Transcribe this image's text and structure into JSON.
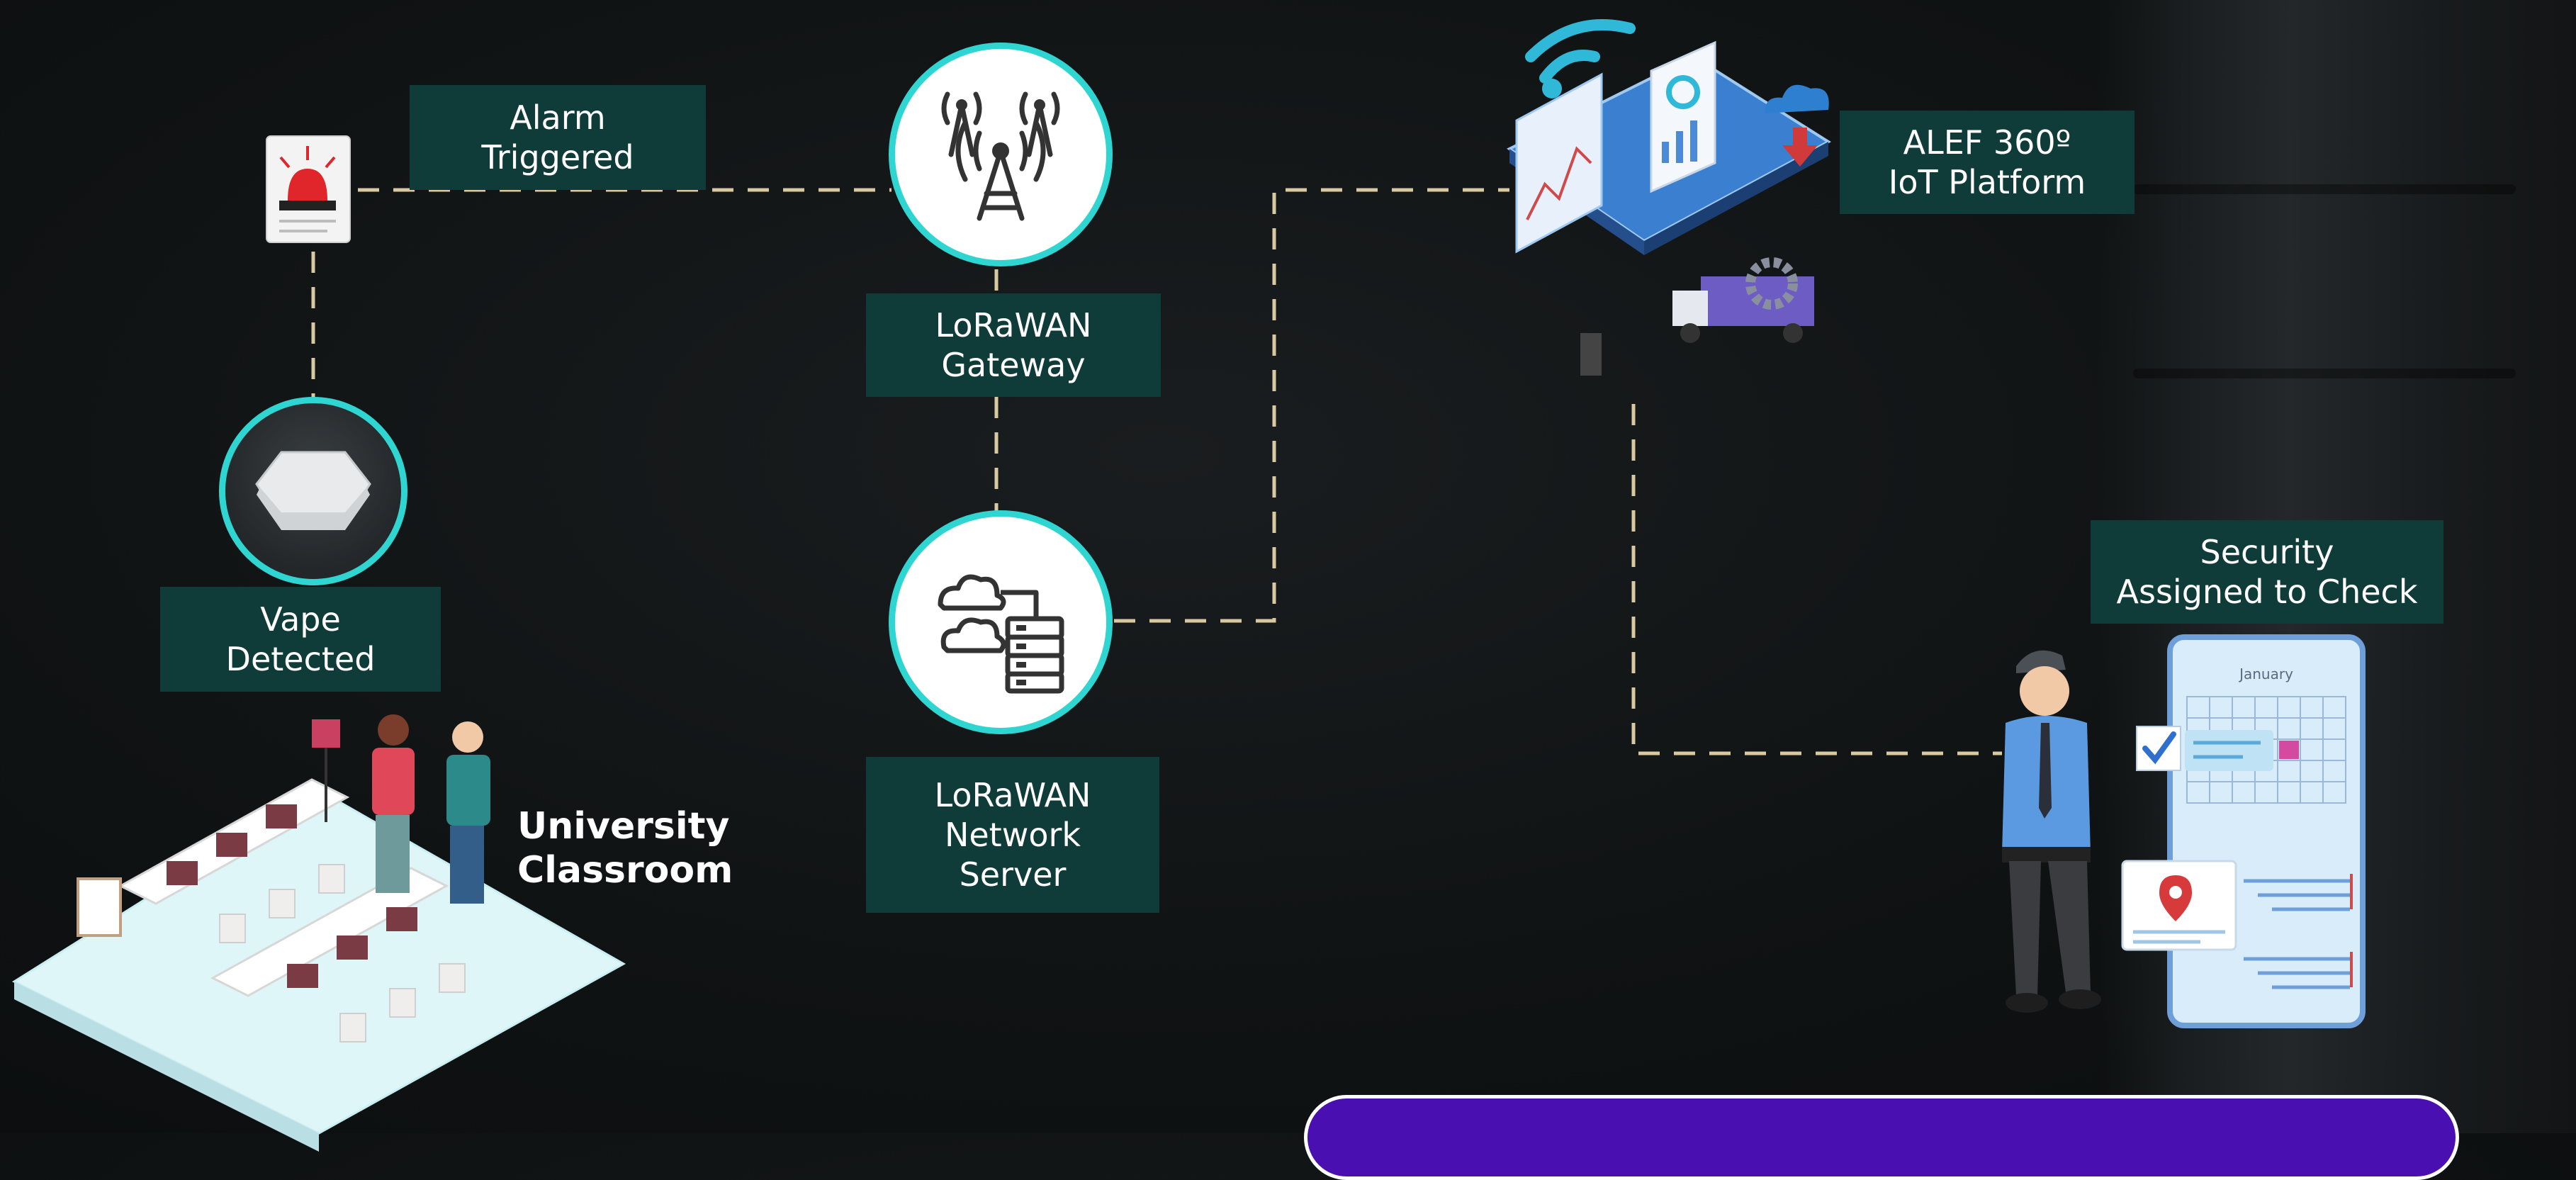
{
  "nodes": {
    "alarm": "Alarm\nTriggered",
    "gateway": "LoRaWAN\nGateway",
    "network_server": "LoRaWAN\nNetwork\nServer",
    "platform": "ALEF 360º\nIoT Platform",
    "security": "Security\nAssigned to Check",
    "vape": "Vape\nDetected",
    "classroom": "University\nClassroom"
  },
  "phone": {
    "month": "January"
  },
  "colors": {
    "label_bg": "#0f3b38",
    "circle_ring": "#2fd6d1",
    "connector": "#d8c9a0",
    "banner": "#4a0fb0"
  },
  "icons": [
    "alarm-siren-icon",
    "radio-tower-icon",
    "cloud-server-icon",
    "vape-sensor-icon",
    "wifi-icon",
    "security-guard-illustration",
    "smartphone-calendar-illustration",
    "classroom-illustration",
    "iot-platform-illustration"
  ]
}
